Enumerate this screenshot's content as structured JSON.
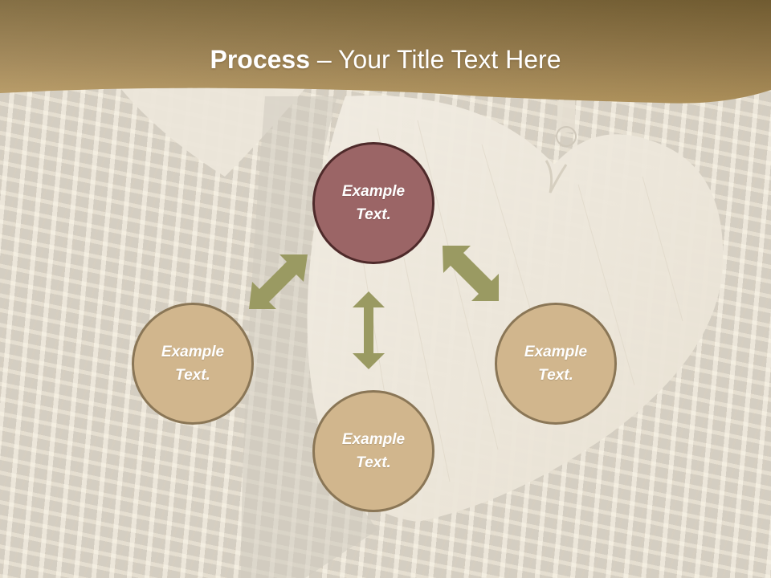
{
  "slide": {
    "title_bold": "Process",
    "title_rest": " – Your Title Text Here",
    "colors": {
      "header_band_top": "#7a6335",
      "header_band_bottom": "#b99a60",
      "node_primary_fill": "#9b6566",
      "node_primary_border": "#4e2a2a",
      "node_secondary_fill": "#d1b68d",
      "node_secondary_border": "#8a7656",
      "arrow": "#9a9a62"
    }
  },
  "diagram": {
    "nodes": [
      {
        "id": "top",
        "label": "Example Text.",
        "style": "primary"
      },
      {
        "id": "left",
        "label": "Example Text.",
        "style": "secondary"
      },
      {
        "id": "right",
        "label": "Example Text.",
        "style": "secondary"
      },
      {
        "id": "bottom",
        "label": "Example Text.",
        "style": "secondary"
      }
    ],
    "arrows": [
      {
        "from": "top",
        "to": "left",
        "type": "double-headed",
        "direction": "diagonal"
      },
      {
        "from": "top",
        "to": "right",
        "type": "double-headed",
        "direction": "diagonal"
      },
      {
        "from": "top",
        "to": "bottom",
        "type": "double-headed",
        "direction": "vertical"
      }
    ]
  }
}
